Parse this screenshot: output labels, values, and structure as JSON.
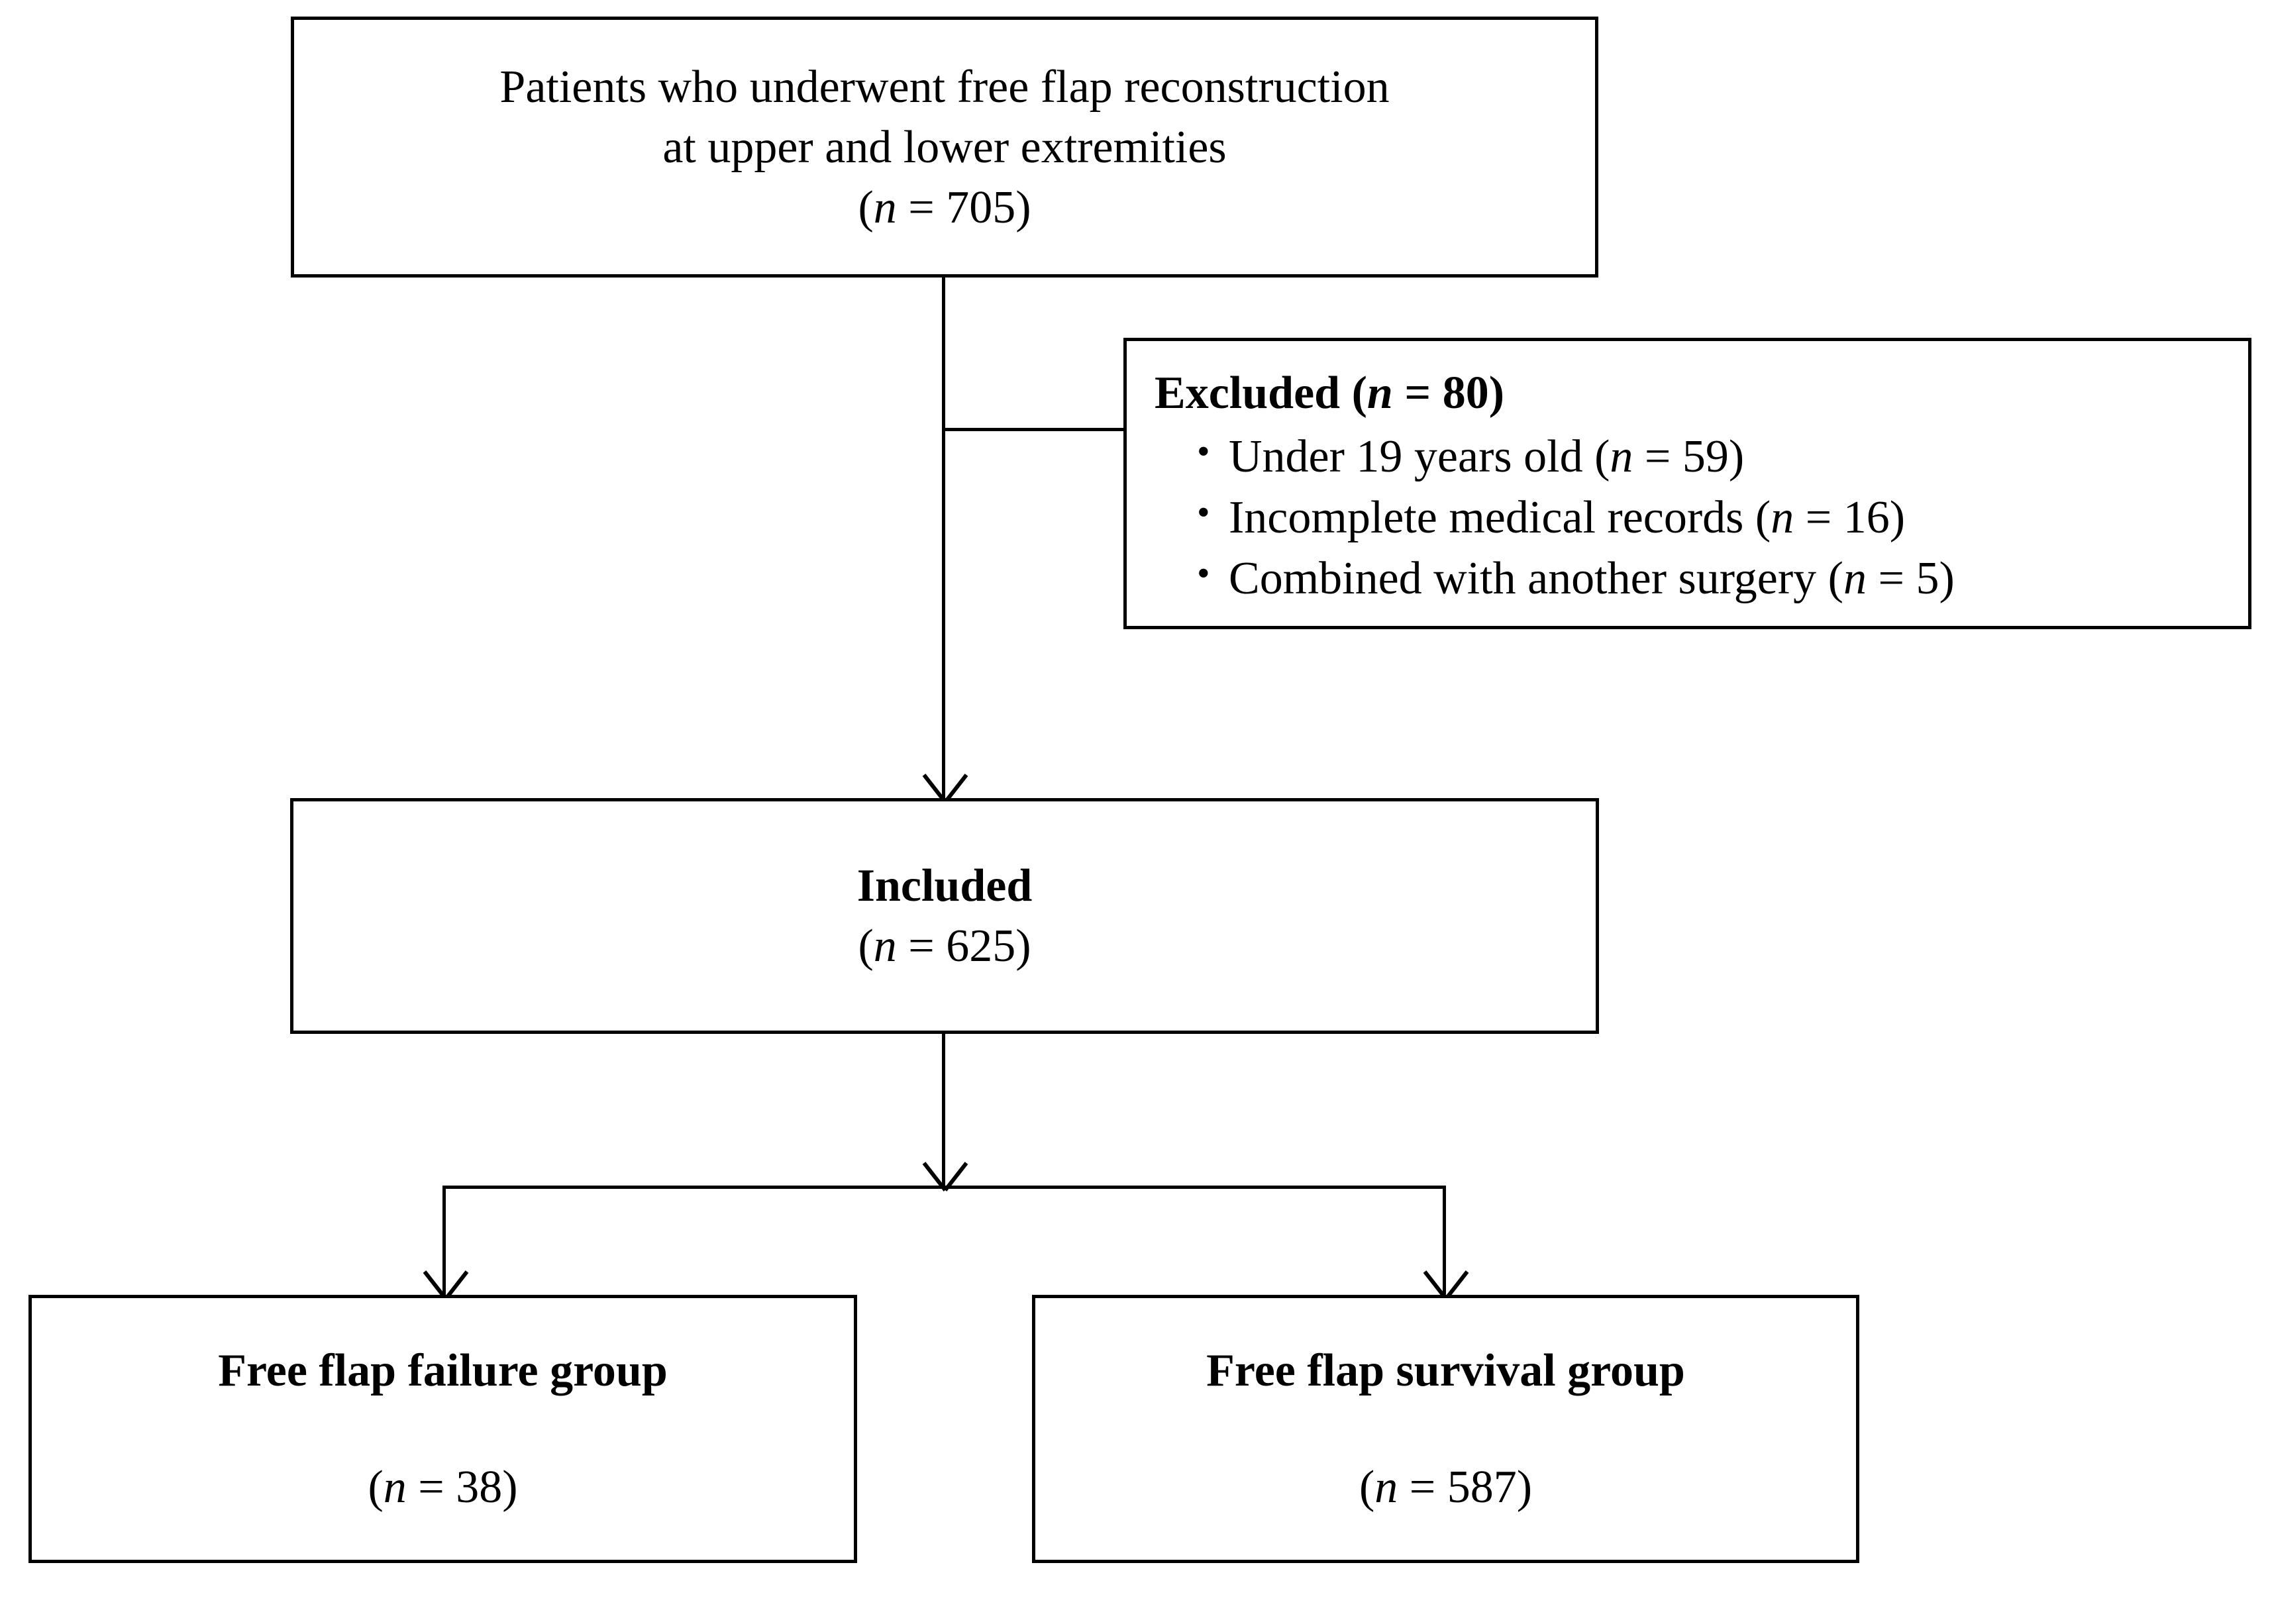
{
  "figure": {
    "type": "flowchart",
    "title": "Patient selection flowchart",
    "stroke_color": "#000000",
    "background_color": "#ffffff"
  },
  "nodes": {
    "source": {
      "line1": "Patients who underwent free flap reconstruction",
      "line2": "at upper and lower extremities",
      "count_open": "(",
      "count_n": "n",
      "count_eq": " = 705)"
    },
    "excluded": {
      "heading_label": "Excluded (",
      "heading_n": "n",
      "heading_value": " = 80)",
      "bullet_glyph": "•",
      "items": [
        {
          "text": "Under 19 years old (",
          "n": "n",
          "value": " = 59)"
        },
        {
          "text": "Incomplete medical records (",
          "n": "n",
          "value": " = 16)"
        },
        {
          "text": "Combined with another surgery (",
          "n": "n",
          "value": " = 5)"
        }
      ]
    },
    "included": {
      "title": "Included",
      "count_open": "(",
      "count_n": "n",
      "count_eq": " = 625)"
    },
    "failure_group": {
      "title": "Free flap failure group",
      "count_open": "(",
      "count_n": "n",
      "count_eq": " = 38)"
    },
    "survival_group": {
      "title": "Free flap survival group",
      "count_open": "(",
      "count_n": "n",
      "count_eq": " = 587)"
    }
  },
  "chart_data": {
    "type": "flowchart",
    "title": "Patient selection flowchart",
    "stages": [
      {
        "id": "source",
        "label": "Patients who underwent free flap reconstruction at upper and lower extremities",
        "n": 705
      },
      {
        "id": "excluded",
        "label": "Excluded",
        "n": 80,
        "reasons": [
          {
            "label": "Under 19 years old",
            "n": 59
          },
          {
            "label": "Incomplete medical records",
            "n": 16
          },
          {
            "label": "Combined with another surgery",
            "n": 5
          }
        ]
      },
      {
        "id": "included",
        "label": "Included",
        "n": 625
      },
      {
        "id": "failure_group",
        "label": "Free flap failure group",
        "n": 38
      },
      {
        "id": "survival_group",
        "label": "Free flap survival group",
        "n": 587
      }
    ],
    "edges": [
      {
        "from": "source",
        "to": "excluded",
        "direction": "right"
      },
      {
        "from": "source",
        "to": "included",
        "direction": "down"
      },
      {
        "from": "included",
        "to": "failure_group",
        "direction": "down"
      },
      {
        "from": "included",
        "to": "survival_group",
        "direction": "down"
      }
    ]
  }
}
